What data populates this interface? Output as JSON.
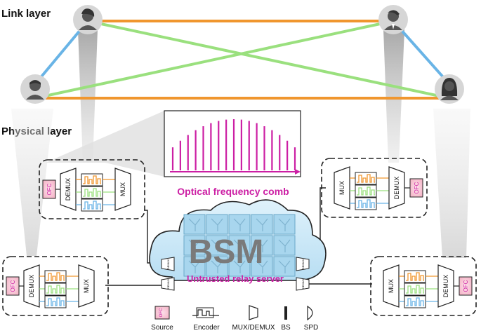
{
  "layers": {
    "link": "Link layer",
    "physical": "Physical layer"
  },
  "comb_caption": "Optical frequency comb",
  "relay": {
    "title": "BSM",
    "subtitle": "Untrusted relay server",
    "mux_small": "MUX",
    "demux_small": "DEMUX"
  },
  "node": {
    "ofc": "OFC",
    "demux": "DEMUX",
    "mux": "MUX"
  },
  "legend": {
    "source": "Source",
    "encoder": "Encoder",
    "muxdemux": "MUX/DEMUX",
    "bs": "BS",
    "spd": "SPD",
    "ofc_icon": "OFC"
  },
  "colors": {
    "orange": "#f0962e",
    "green": "#9ae07e",
    "blue": "#69b4e6",
    "magenta": "#cc1fa4",
    "cloud": "#c9e7f7",
    "gray": "#8a8a8a"
  },
  "comb_lines": 17
}
